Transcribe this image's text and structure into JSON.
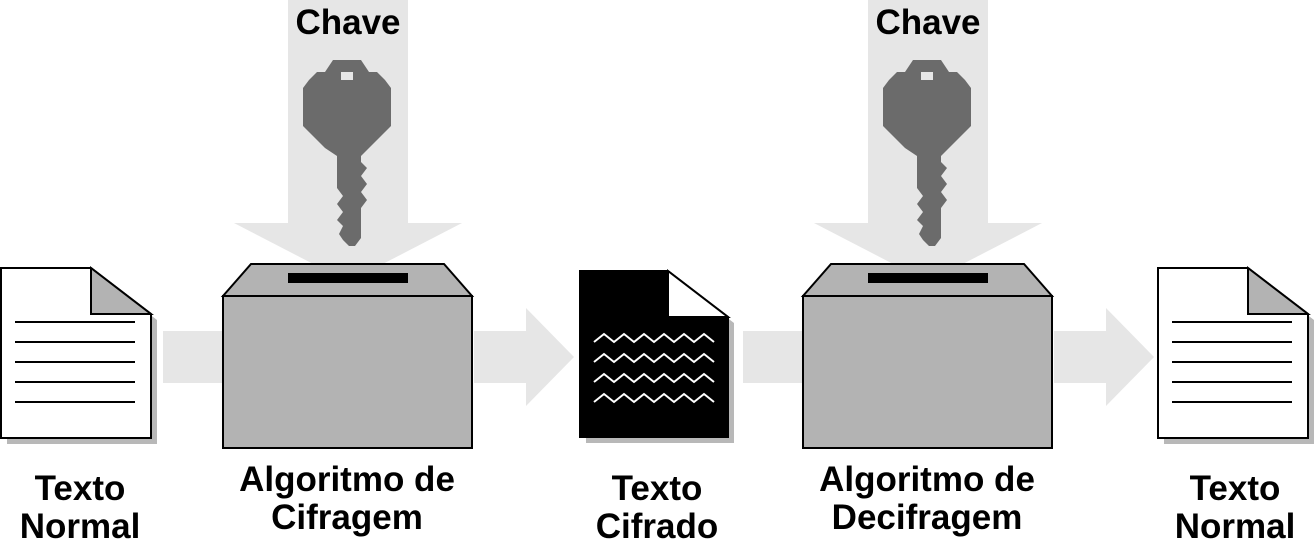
{
  "labels": {
    "key_left": "Chave",
    "key_right": "Chave",
    "plaintext_in": [
      "Texto",
      "Normal"
    ],
    "encrypt_algorithm": [
      "Algoritmo de",
      "Cifragem"
    ],
    "ciphertext": [
      "Texto",
      "Cifrado"
    ],
    "decrypt_algorithm": [
      "Algoritmo de",
      "Decifragem"
    ],
    "plaintext_out": [
      "Texto",
      "Normal"
    ]
  },
  "colors": {
    "arrow": "#e6e6e6",
    "key": "#6b6b6b",
    "box_front": "#b3b3b3",
    "box_top": "#b3b3b3",
    "slot": "#000000",
    "document": "#ffffff",
    "document_fold": "#b3b3b3",
    "cipher_document": "#000000",
    "shadow": "#b8b8b8"
  },
  "icons": [
    "key-icon",
    "document-icon",
    "cipher-document-icon",
    "algorithm-box-icon"
  ]
}
